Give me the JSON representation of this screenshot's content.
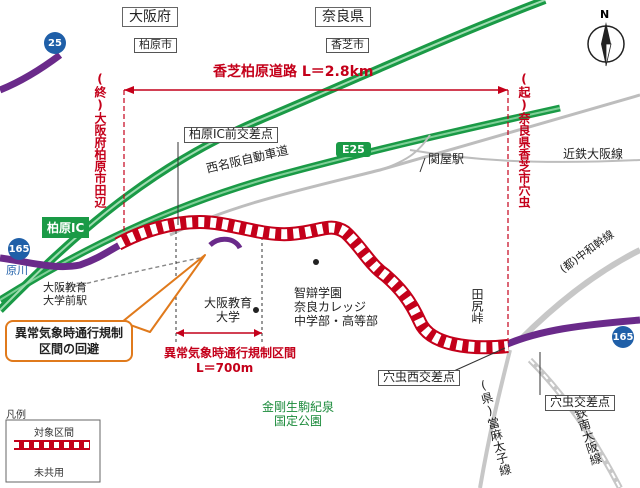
{
  "prefectures": {
    "osaka": "大阪府",
    "nara": "奈良県",
    "kashiwara_city": "柏原市",
    "kashiba_city": "香芝市"
  },
  "route": {
    "title": "香芝柏原道路 L＝2.8km",
    "end_label": "(終)大阪府柏原市田辺",
    "start_label": "(起)奈良県香芝市穴虫"
  },
  "roads": {
    "shield_25": "25",
    "shield_165_left": "165",
    "shield_165_right": "165",
    "e25": "E25",
    "meihan": "西名阪自動車道",
    "kashiwara_ic": "柏原IC",
    "harakawa": "原川"
  },
  "railways": {
    "kintetsu_osaka": "近鉄大阪線",
    "chuwa": "(都)中和幹線",
    "minami_osaka": "近鉄南大阪線",
    "taishi": "(県)當麻太子線"
  },
  "places": {
    "kashiwara_ic_mae": "柏原IC前交差点",
    "sekiya_station": "関屋駅",
    "daigaku_mae_station": "大阪教育\n大学前駅",
    "university": "大阪教育\n大学",
    "chiben": "智辯学園\n奈良カレッジ\n中学部・高等部",
    "tajiritoge": "田尻峠",
    "anamushi_nishi": "穴虫西交差点",
    "anamushi": "穴虫交差点",
    "park": "金剛生駒紀泉\n国定公園"
  },
  "callout": "異常気象時通行規制\n区間の回避",
  "restriction": {
    "label": "異常気象時通行規制区間",
    "length": "L＝700m"
  },
  "legend": {
    "title": "凡例",
    "target": "対象区間",
    "unopened": "未共用"
  },
  "compass": "N",
  "colors": {
    "route_red": "#c4001a",
    "expressway_green": "#1a9a46",
    "national_road_purple": "#6a2a8a",
    "road_gray": "#b8b8b8"
  }
}
